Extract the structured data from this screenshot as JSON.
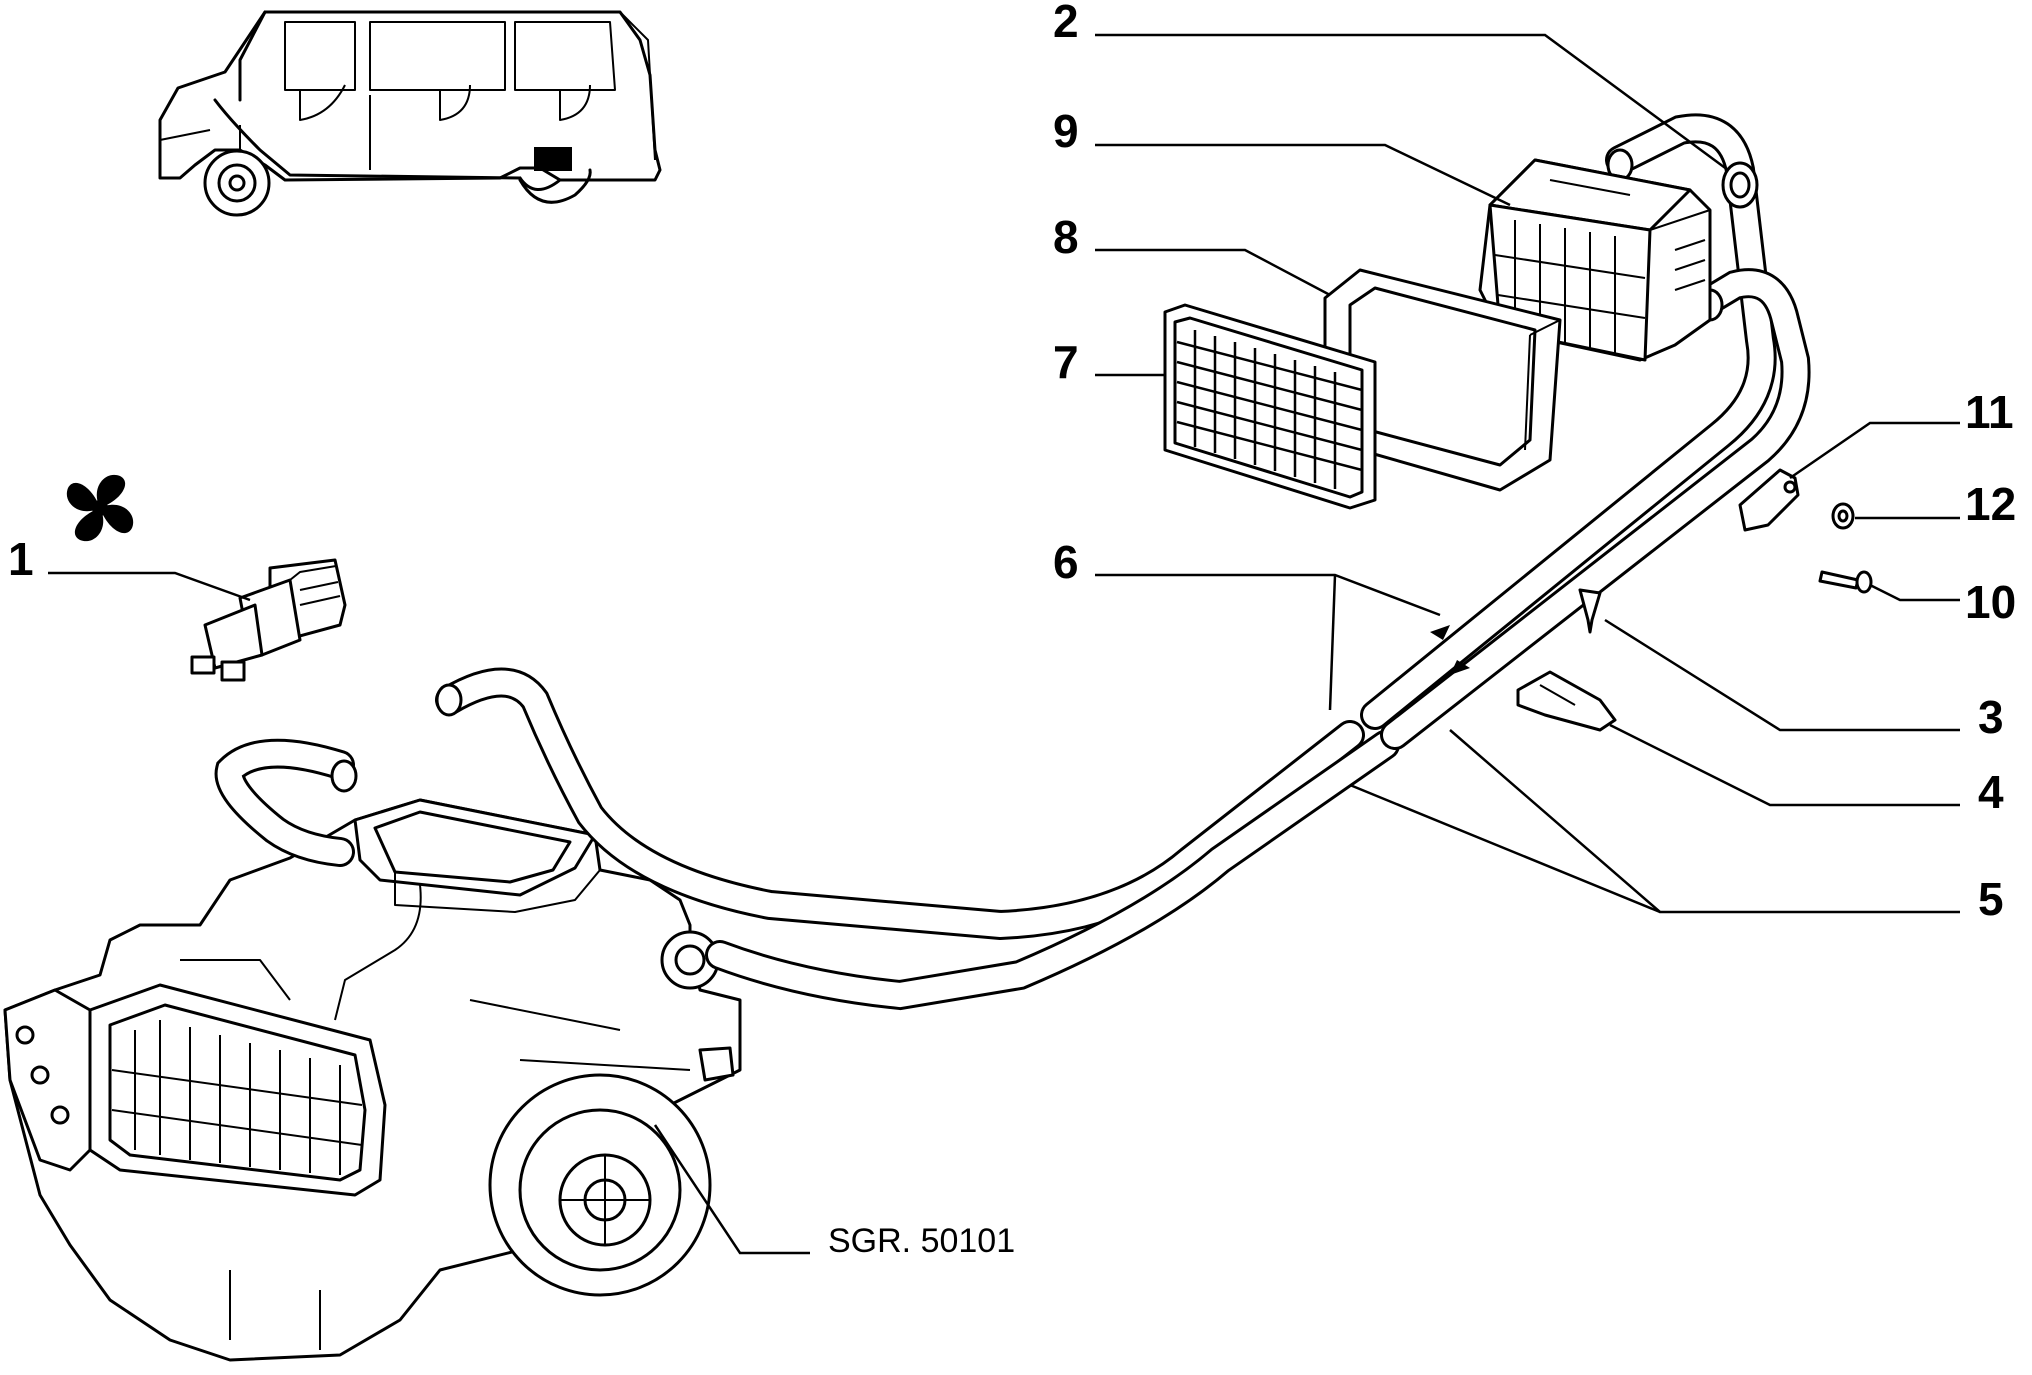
{
  "callouts": {
    "c1": "1",
    "c2": "2",
    "c3": "3",
    "c4": "4",
    "c5": "5",
    "c6": "6",
    "c7": "7",
    "c8": "8",
    "c9": "9",
    "c10": "10",
    "c11": "11",
    "c12": "12"
  },
  "reference_label": "SGR. 50101",
  "icons": {
    "fan": "fan-icon",
    "vehicle": "van-icon"
  },
  "colors": {
    "line": "#000000",
    "background": "#ffffff"
  }
}
